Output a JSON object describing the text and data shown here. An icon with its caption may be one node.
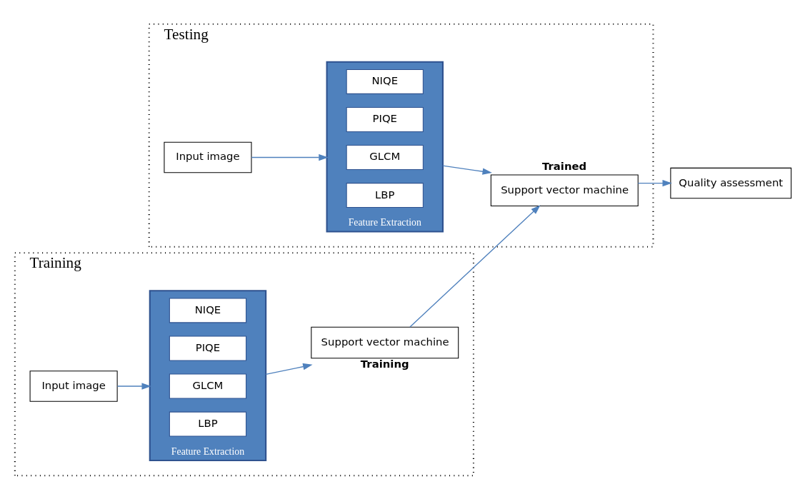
{
  "diagram": {
    "nodes": [
      {
        "text": [
          "Testing"
        ]
      },
      {
        "text": [
          "Input image"
        ],
        "in": 0
      },
      {
        "text": [
          "Feature Extraction"
        ],
        "in": 0
      },
      {
        "text": [
          "NIQE"
        ],
        "in": 2
      },
      {
        "text": [
          "PIQE"
        ],
        "in": 2
      },
      {
        "text": [
          "GLCM"
        ],
        "in": 2
      },
      {
        "text": [
          "LBP"
        ],
        "in": 2
      },
      {
        "text": [
          "Support vector machine"
        ],
        "beside": [
          "Trained"
        ],
        "in": 0
      },
      {
        "text": [
          "Quality assessment"
        ]
      },
      {
        "text": [
          "Training"
        ]
      },
      {
        "text": [
          "Input image"
        ],
        "in": 9
      },
      {
        "text": [
          "Feature Extraction"
        ],
        "in": 9
      },
      {
        "text": [
          "NIQE"
        ],
        "in": 11
      },
      {
        "text": [
          "PIQE"
        ],
        "in": 11
      },
      {
        "text": [
          "GLCM"
        ],
        "in": 11
      },
      {
        "text": [
          "LBP"
        ],
        "in": 11
      },
      {
        "text": [
          "Support vector machine"
        ],
        "beside": [
          "Training"
        ],
        "in": 9
      }
    ],
    "edges": [
      {
        "from": 1,
        "to": 2,
        "arrow": "to"
      },
      {
        "from": 2,
        "to": 7,
        "arrow": "to"
      },
      {
        "from": 7,
        "to": 8,
        "arrow": "to"
      },
      {
        "from": 10,
        "to": 11,
        "arrow": "to"
      },
      {
        "from": 11,
        "to": 16,
        "arrow": "to"
      },
      {
        "from": 16,
        "to": 7,
        "arrow": "to"
      }
    ]
  }
}
